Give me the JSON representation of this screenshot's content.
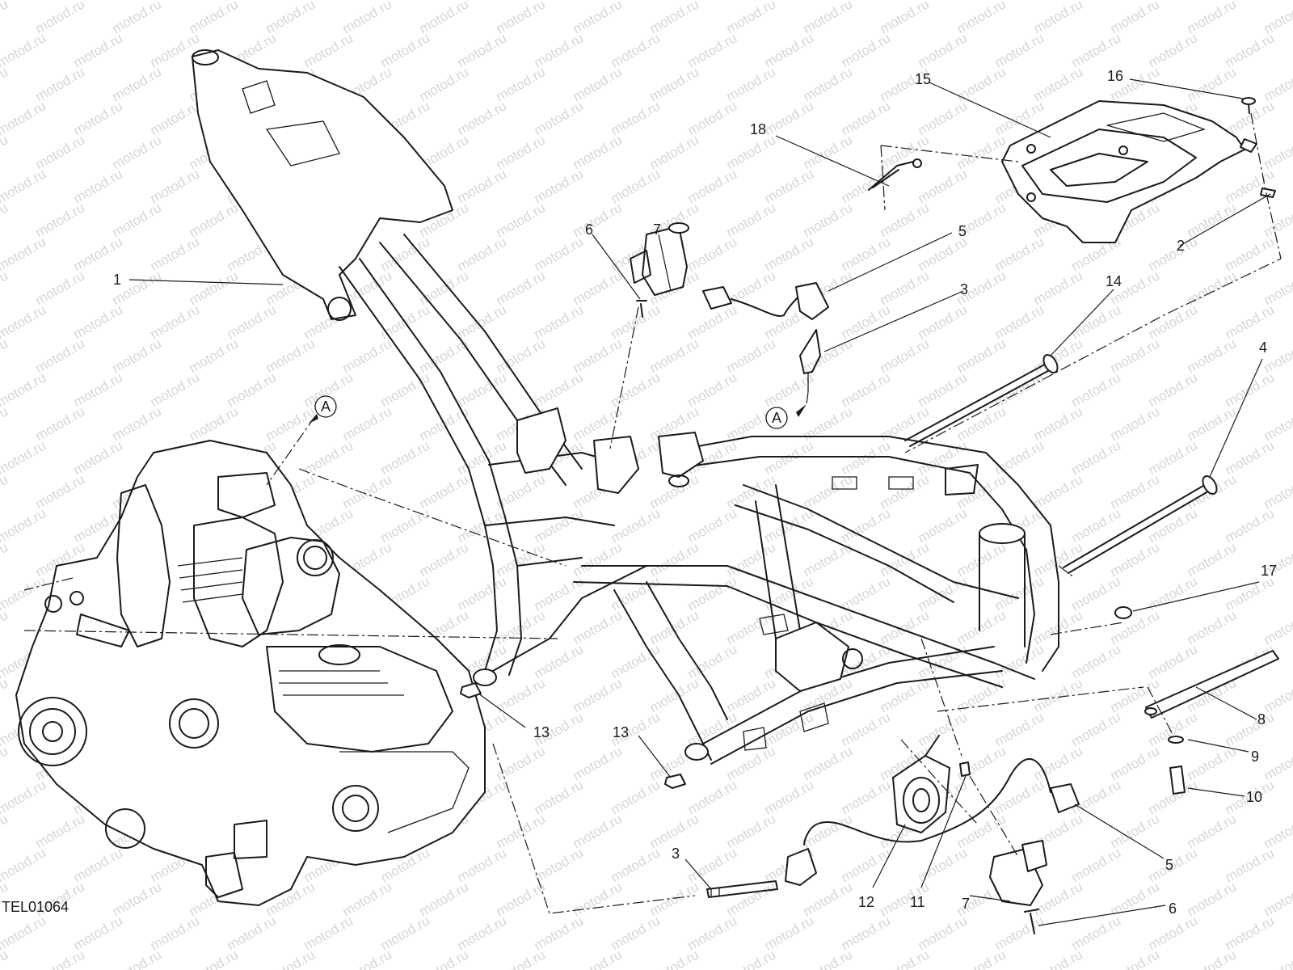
{
  "diagram": {
    "reference_code": "TEL01064",
    "watermark": "motod.ru",
    "ref_marker": "A",
    "callouts": [
      {
        "id": "c1",
        "text": "1"
      },
      {
        "id": "c2",
        "text": "2"
      },
      {
        "id": "c3a",
        "text": "3"
      },
      {
        "id": "c3b",
        "text": "3"
      },
      {
        "id": "c4",
        "text": "4"
      },
      {
        "id": "c5a",
        "text": "5"
      },
      {
        "id": "c5b",
        "text": "5"
      },
      {
        "id": "c6a",
        "text": "6"
      },
      {
        "id": "c6b",
        "text": "6"
      },
      {
        "id": "c7a",
        "text": "7"
      },
      {
        "id": "c7b",
        "text": "7"
      },
      {
        "id": "c8",
        "text": "8"
      },
      {
        "id": "c9",
        "text": "9"
      },
      {
        "id": "c10",
        "text": "10"
      },
      {
        "id": "c11",
        "text": "11"
      },
      {
        "id": "c12",
        "text": "12"
      },
      {
        "id": "c13a",
        "text": "13"
      },
      {
        "id": "c13b",
        "text": "13"
      },
      {
        "id": "c14",
        "text": "14"
      },
      {
        "id": "c15",
        "text": "15"
      },
      {
        "id": "c16",
        "text": "16"
      },
      {
        "id": "c17",
        "text": "17"
      },
      {
        "id": "c18",
        "text": "18"
      }
    ]
  }
}
